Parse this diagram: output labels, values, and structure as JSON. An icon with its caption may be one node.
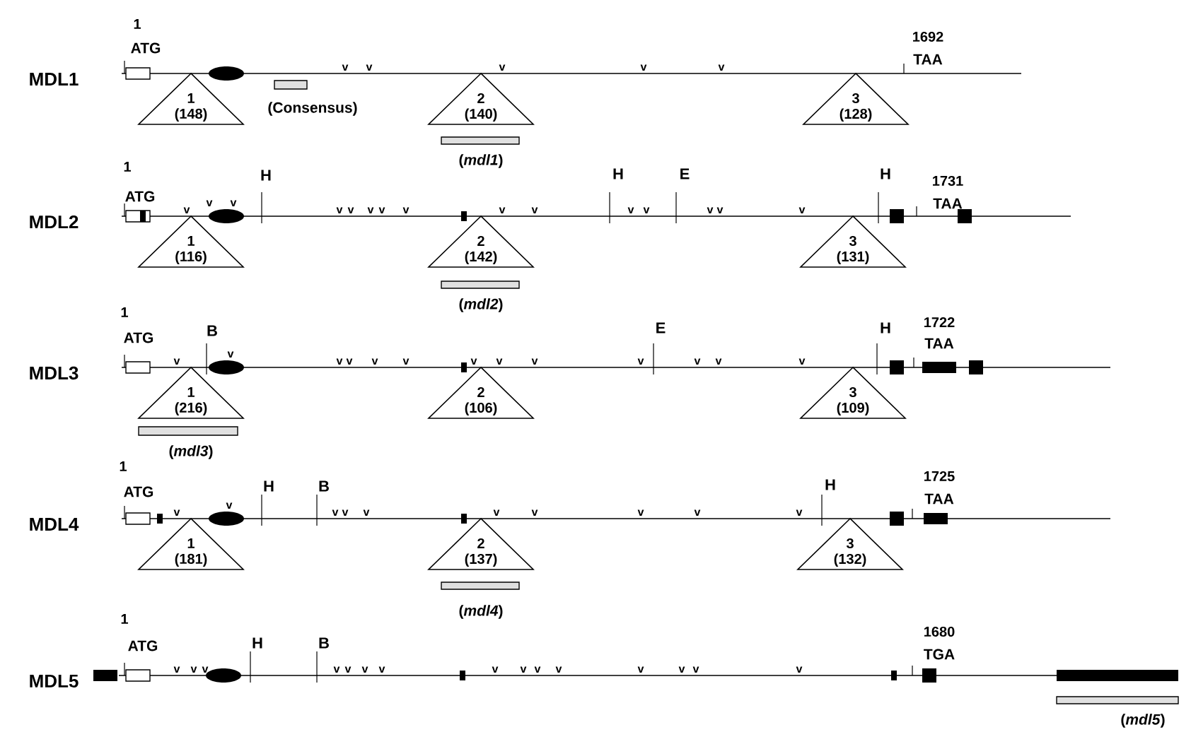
{
  "diagram": {
    "nodes": [
      {
        "text": [
          "1",
          "(148)"
        ]
      },
      {
        "text": [
          "2",
          "(140)"
        ]
      },
      {
        "text": [
          "3",
          "(128)"
        ]
      },
      {
        "text": [
          "1",
          "(116)"
        ]
      },
      {
        "text": [
          "2",
          "(142)"
        ]
      },
      {
        "text": [
          "3",
          "(131)"
        ]
      },
      {
        "text": [
          "1",
          "(216)"
        ]
      },
      {
        "text": [
          "2",
          "(106)"
        ]
      },
      {
        "text": [
          "3",
          "(109)"
        ]
      },
      {
        "text": [
          "1",
          "(181)"
        ]
      },
      {
        "text": [
          "2",
          "(137)"
        ]
      },
      {
        "text": [
          "3",
          "(132)"
        ]
      }
    ],
    "labels": [
      "1",
      "ATG",
      "1692",
      "TAA",
      "MDL1",
      "v",
      "v",
      "v",
      "v",
      "v",
      "(Consensus)",
      "(*mdl1*)",
      "1",
      "ATG",
      "H",
      "H",
      "E",
      "H",
      "1731",
      "TAA",
      "MDL2",
      "v",
      "v",
      "v",
      "v",
      "v",
      "v",
      "v",
      "v",
      "v",
      "v",
      "v",
      "v",
      "v",
      "v",
      "v",
      "(*mdl2*)",
      "1",
      "ATG",
      "B",
      "E",
      "H",
      "1722",
      "TAA",
      "MDL3",
      "v",
      "v",
      "v",
      "v",
      "v",
      "v",
      "v",
      "v",
      "v",
      "v",
      "v",
      "v",
      "v",
      "(*mdl3*)",
      "1",
      "ATG",
      "H",
      "B",
      "H",
      "1725",
      "TAA",
      "MDL4",
      "v",
      "v",
      "v",
      "v",
      "v",
      "v",
      "v",
      "v",
      "v",
      "v",
      "(*mdl4*)",
      "1",
      "ATG",
      "H",
      "B",
      "1680",
      "TGA",
      "MDL5",
      "v",
      "v",
      "v",
      "v",
      "v",
      "v",
      "v",
      "v",
      "v",
      "v",
      "v",
      "v",
      "v",
      "v",
      "v",
      "(*mdl5*)"
    ]
  }
}
